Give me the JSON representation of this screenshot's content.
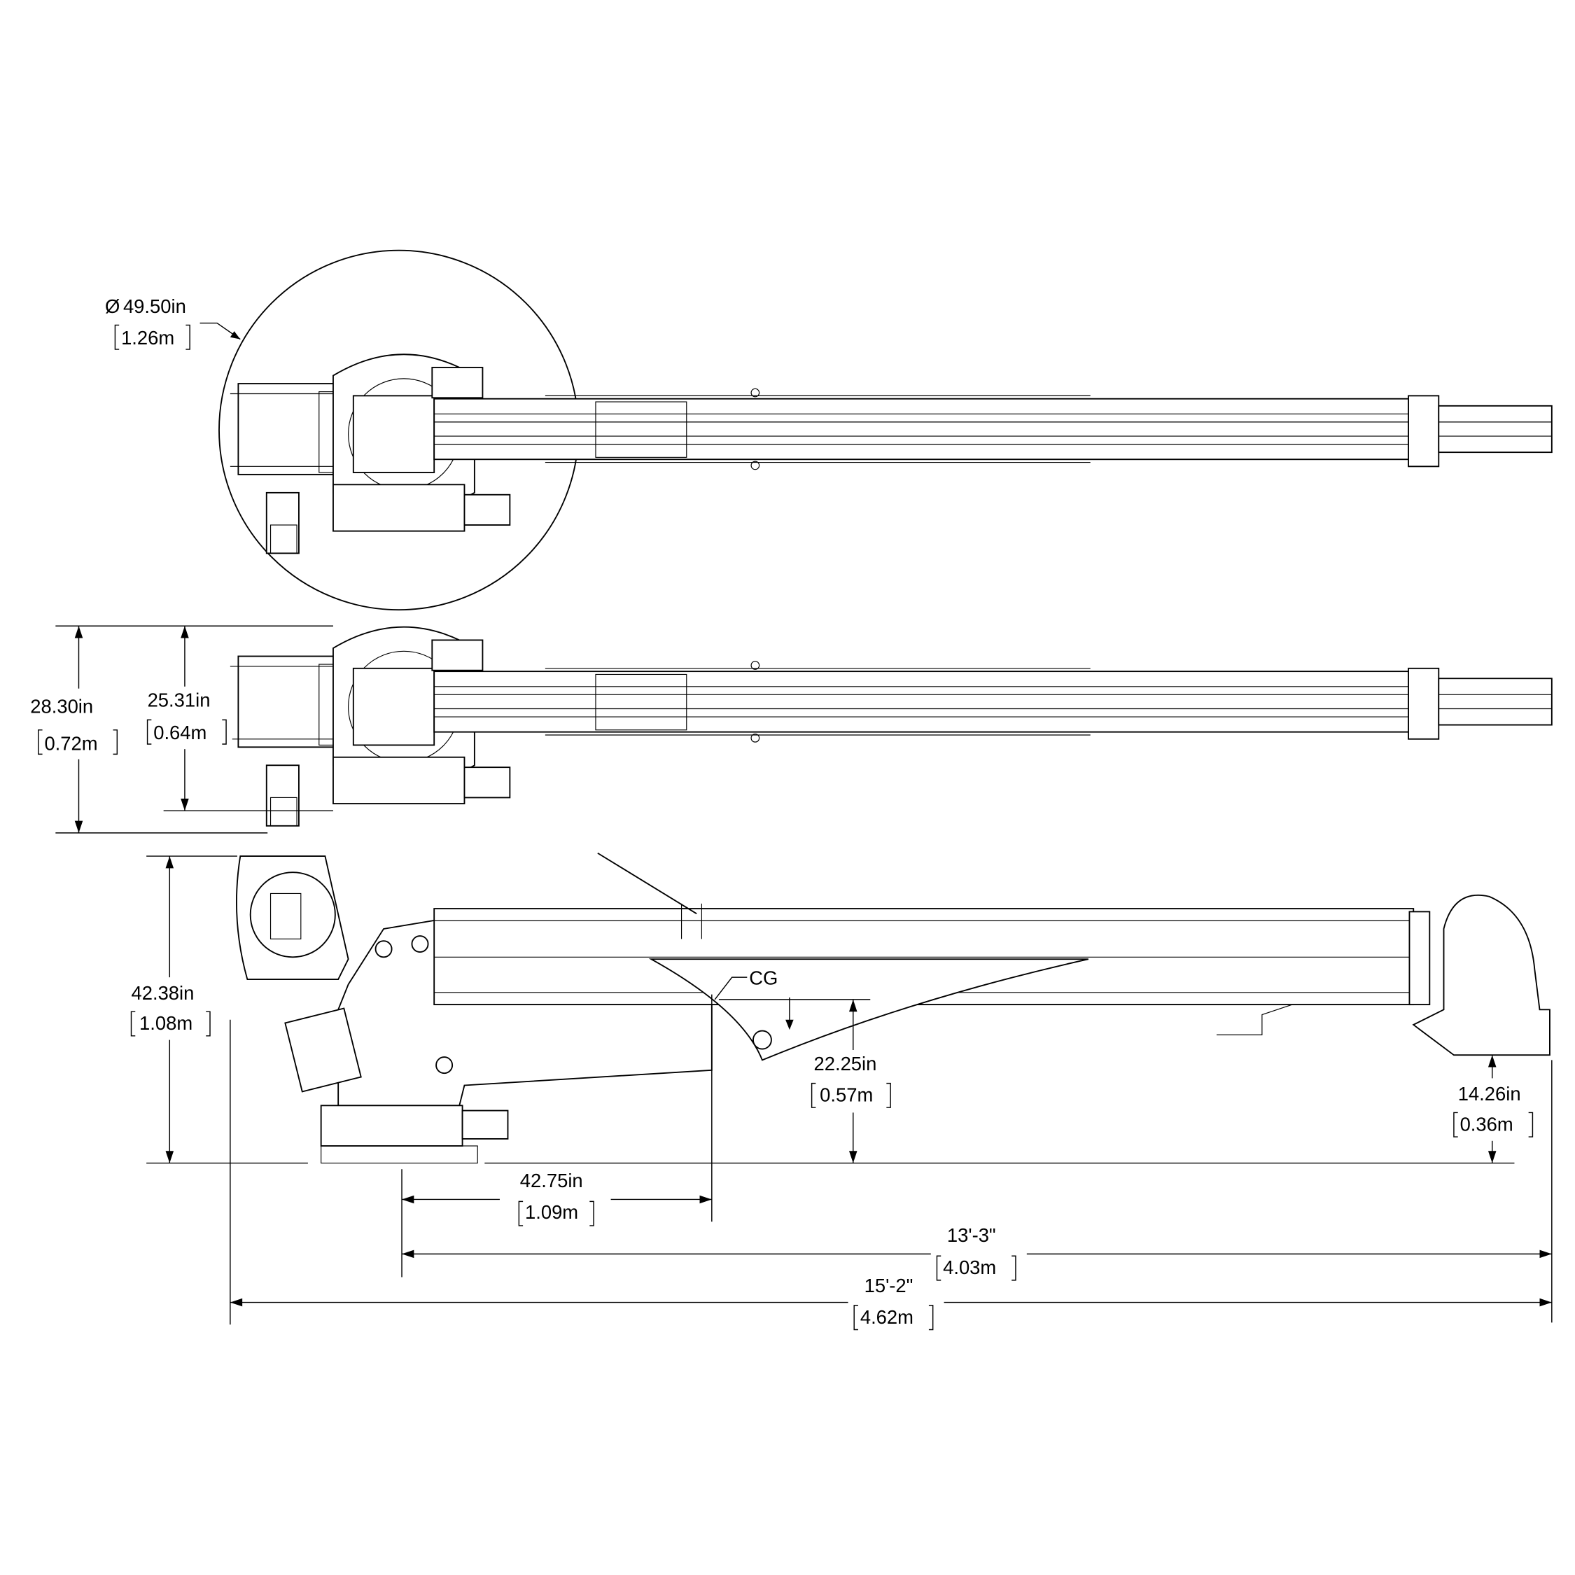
{
  "diagram": {
    "colors": {
      "line": "#000000",
      "background": "#ffffff"
    },
    "top_view": {
      "swing_diameter": {
        "imperial": "49.50in",
        "metric": "1.26m",
        "symbol": "Ø"
      }
    },
    "plan_view": {
      "overall_width": {
        "imperial": "28.30in",
        "metric": "0.72m"
      },
      "base_width": {
        "imperial": "25.31in",
        "metric": "0.64m"
      }
    },
    "side_view": {
      "overall_height": {
        "imperial": "42.38in",
        "metric": "1.08m"
      },
      "cg_label": "CG",
      "cg_height": {
        "imperial": "22.25in",
        "metric": "0.57m"
      },
      "tip_height": {
        "imperial": "14.26in",
        "metric": "0.36m"
      },
      "cg_distance": {
        "imperial": "42.75in",
        "metric": "1.09m"
      },
      "reach": {
        "imperial": "13'-3\"",
        "metric": "4.03m"
      },
      "overall_length": {
        "imperial": "15'-2\"",
        "metric": "4.62m"
      }
    }
  }
}
